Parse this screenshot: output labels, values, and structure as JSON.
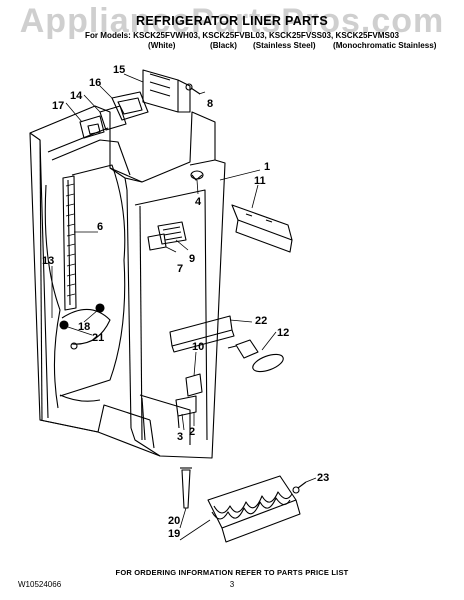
{
  "watermark": "AppliancePartsPros.com",
  "title": "REFRIGERATOR LINER PARTS",
  "models_line": "For Models: KSCK25FVWH03, KSCK25FVBL03, KSCK25FVSS03, KSCK25FVMS03",
  "finishes": [
    "(White)",
    "(Black)",
    "(Stainless Steel)",
    "(Monochromatic Stainless)"
  ],
  "callouts": [
    "1",
    "2",
    "3",
    "4",
    "6",
    "7",
    "8",
    "9",
    "10",
    "11",
    "12",
    "13",
    "14",
    "15",
    "16",
    "17",
    "18",
    "19",
    "20",
    "21",
    "22",
    "23"
  ],
  "footer_note": "FOR ORDERING INFORMATION REFER TO PARTS PRICE LIST",
  "doc_number": "W10524066",
  "page_number": "3"
}
